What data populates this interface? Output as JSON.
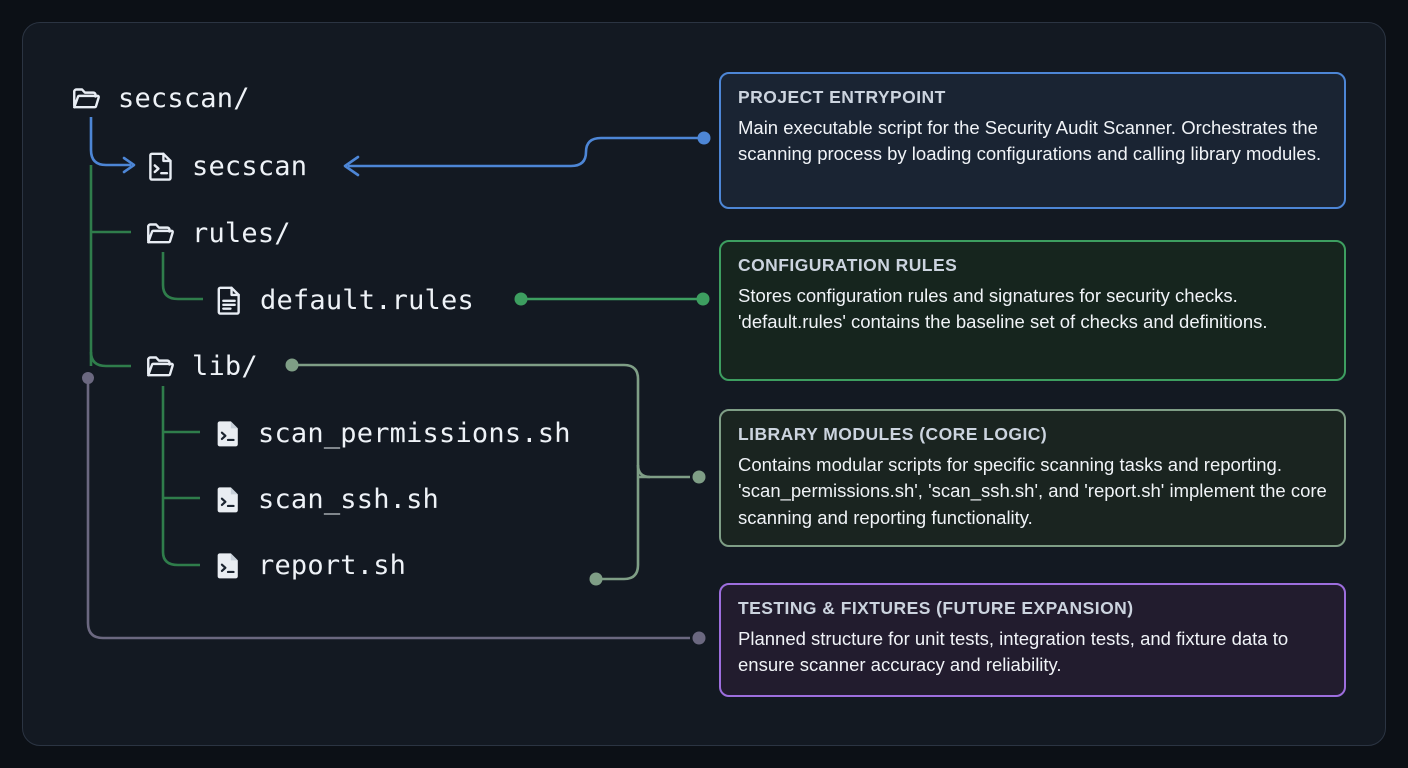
{
  "panel": {
    "background": "#131922",
    "border_color": "#2b3442"
  },
  "tree": {
    "title": "secscan-project-tree",
    "nodes": [
      {
        "name": "secscan/",
        "icon": "folder-open-icon",
        "type": "folder",
        "depth": 0
      },
      {
        "name": "secscan",
        "icon": "shell-script-icon",
        "type": "file",
        "depth": 1
      },
      {
        "name": "rules/",
        "icon": "folder-open-icon",
        "type": "folder",
        "depth": 1
      },
      {
        "name": "default.rules",
        "icon": "document-icon",
        "type": "file",
        "depth": 2
      },
      {
        "name": "lib/",
        "icon": "folder-open-icon",
        "type": "folder",
        "depth": 1
      },
      {
        "name": "scan_permissions.sh",
        "icon": "shell-script-icon",
        "type": "file",
        "depth": 2
      },
      {
        "name": "scan_ssh.sh",
        "icon": "shell-script-icon",
        "type": "file",
        "depth": 2
      },
      {
        "name": "report.sh",
        "icon": "shell-script-icon",
        "type": "file",
        "depth": 2
      }
    ]
  },
  "connectors": {
    "entrypoint_color": "#4d86d6",
    "rules_color": "#3d9e60",
    "library_color": "#7f9e86",
    "testing_color": "#6b6880",
    "tree_blue": "#4d86d6",
    "tree_green": "#2f7d4b"
  },
  "cards": [
    {
      "id": "entrypoint",
      "title": "PROJECT ENTRYPOINT",
      "body": "Main executable script for the Security Audit Scanner. Orchestrates the scanning process by loading configurations and calling library modules.",
      "accent": "#4d86d6"
    },
    {
      "id": "rules",
      "title": "CONFIGURATION RULES",
      "body": "Stores configuration rules and signatures for security checks. 'default.rules' contains the baseline set of checks and definitions.",
      "accent": "#3d9e60"
    },
    {
      "id": "library",
      "title": "LIBRARY MODULES (CORE LOGIC)",
      "body": "Contains modular scripts for specific scanning tasks and reporting. 'scan_permissions.sh', 'scan_ssh.sh', and 'report.sh' implement the core scanning and reporting functionality.",
      "accent": "#7f9e86"
    },
    {
      "id": "testing",
      "title": "TESTING & FIXTURES (FUTURE EXPANSION)",
      "body": "Planned structure for unit tests, integration tests, and fixture data to ensure scanner accuracy and reliability.",
      "accent": "#9d6ede"
    }
  ]
}
